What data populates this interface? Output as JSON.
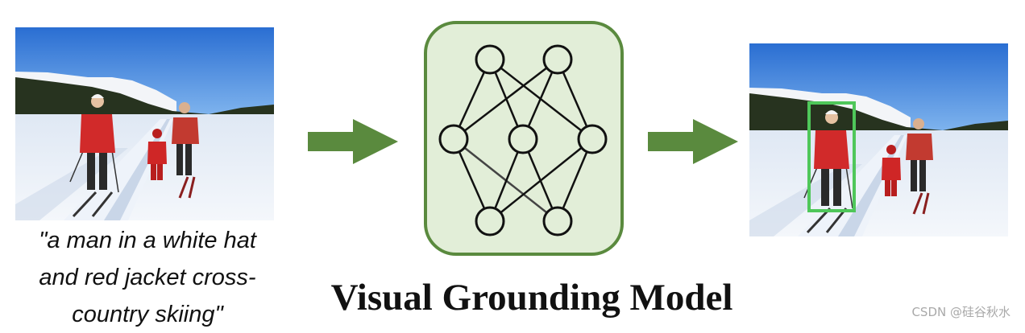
{
  "input": {
    "caption": "\"a man in a white hat\nand red jacket cross-\ncountry skiing\""
  },
  "model": {
    "title": "Visual Grounding Model",
    "fill_color": "#e2eed8",
    "border_color": "#5a8a3e"
  },
  "arrows": {
    "color": "#5a8a3e"
  },
  "output": {
    "bbox_color": "#4fc75a"
  },
  "watermark": "CSDN @硅谷秋水"
}
